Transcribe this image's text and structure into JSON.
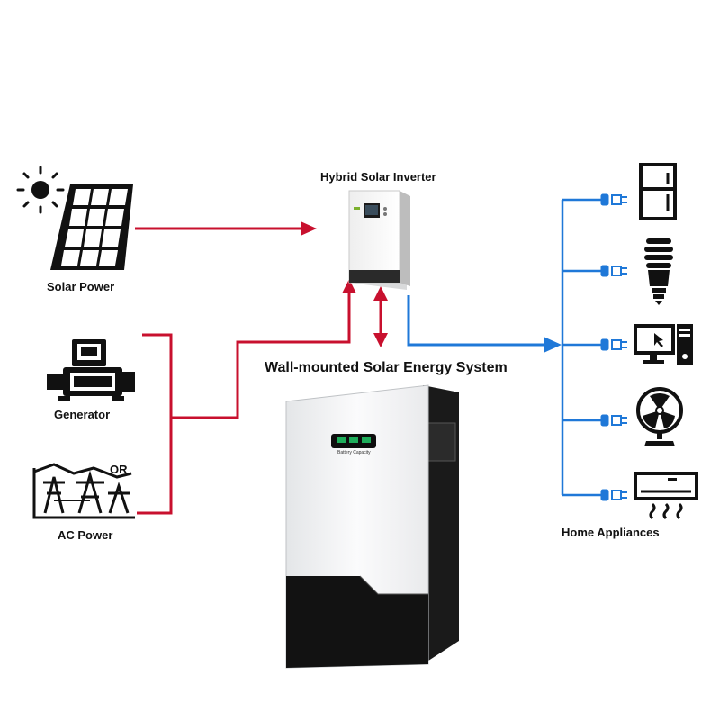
{
  "labels": {
    "inverter": "Hybrid Solar Inverter",
    "solar": "Solar Power",
    "generator": "Generator",
    "or": "OR",
    "ac": "AC Power",
    "system": "Wall-mounted Solar Energy System",
    "appliances": "Home Appliances"
  },
  "battery_panel": {
    "caption": "Battery Capacity"
  },
  "colors": {
    "red_line": "#c8102e",
    "blue_line": "#1f78d8",
    "icon": "#111111",
    "battery_body": "#f2f3f4",
    "battery_base": "#121212"
  },
  "icons": [
    "sun-icon",
    "solar-panel-icon",
    "generator-icon",
    "power-pylon-icon",
    "inverter-icon",
    "battery-icon",
    "fridge-icon",
    "bulb-icon",
    "computer-icon",
    "fan-icon",
    "air-conditioner-icon",
    "plug-icon"
  ]
}
